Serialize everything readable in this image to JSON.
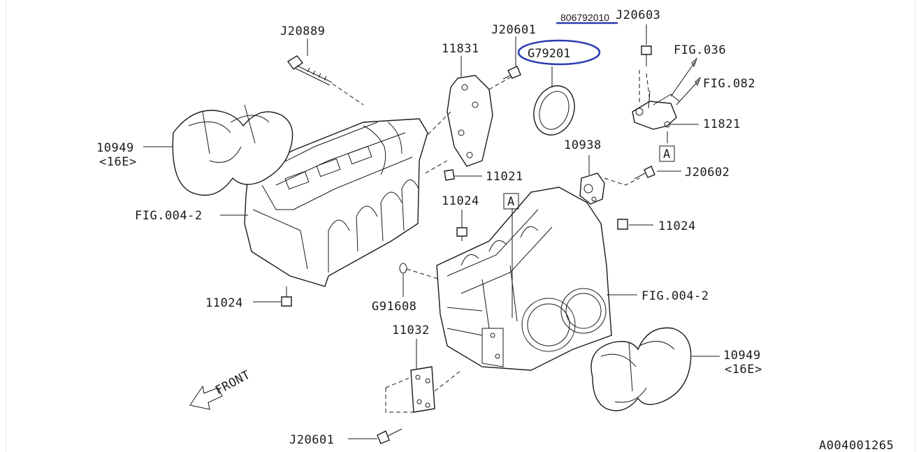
{
  "annotation": {
    "handwritten_number": "806792010",
    "ink_color": "#2b3bb0"
  },
  "labels": {
    "j20889": "J20889",
    "j20601_top": "J20601",
    "j20603": "J20603",
    "p11831": "11831",
    "g79201": "G79201",
    "fig036": "FIG.036",
    "fig082": "FIG.082",
    "p11821": "11821",
    "box_a_right": "A",
    "p10938": "10938",
    "j20602": "J20602",
    "p10949_left": "10949",
    "p16e_left": "<16E>",
    "p11021": "11021",
    "fig004_left": "FIG.004-2",
    "p11024_mid": "11024",
    "box_a_mid": "A",
    "p11024_right": "11024",
    "p11024_left": "11024",
    "g91608": "G91608",
    "fig004_right": "FIG.004-2",
    "p11032": "11032",
    "p10949_right": "10949",
    "p16e_right": "<16E>",
    "front": "FRONT",
    "j20601_bottom": "J20601",
    "diagram_id": "A004001265"
  }
}
